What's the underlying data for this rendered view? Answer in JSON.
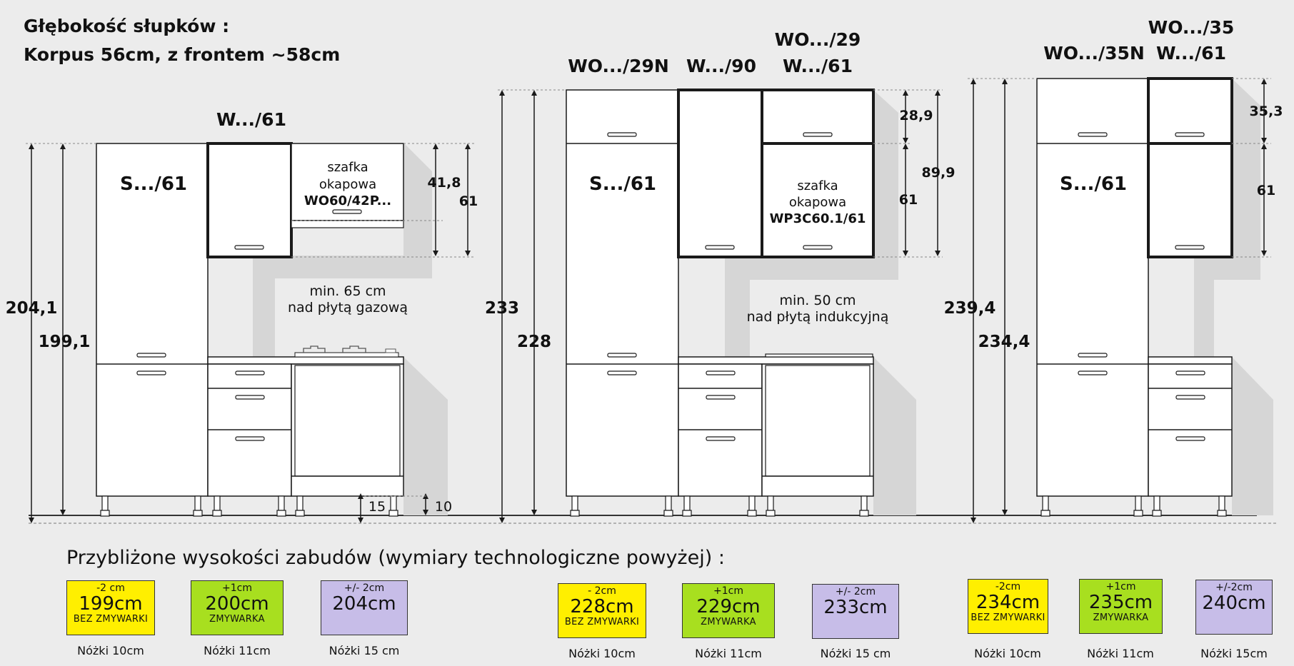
{
  "header": {
    "line1": "Głębokość słupków :",
    "line2": "Korpus 56cm, z frontem ~58cm"
  },
  "colors": {
    "yellow": "#ffef00",
    "green": "#a8df1f",
    "lavender": "#c7bde8",
    "line": "#1a1a1a",
    "shadow": "#d6d6d6",
    "cabinet": "#ffffff"
  },
  "diagram": {
    "g1": {
      "tall_label": "S.../61",
      "upper_label": "W.../61",
      "hood_label_1": "szafka",
      "hood_label_2": "okapowa",
      "hood_label_3": "WO60/42P...",
      "dim_41_8": "41,8",
      "dim_61": "61",
      "dim_204_1": "204,1",
      "dim_199_1": "199,1",
      "dim_15": "15",
      "dim_10": "10",
      "note_1": "min. 65 cm",
      "note_2": "nad płytą gazową"
    },
    "g2": {
      "tall_label": "S.../61",
      "label_wo29n": "WO.../29N",
      "label_w90": "W.../90",
      "label_wo29": "WO.../29",
      "label_w61": "W.../61",
      "hood_label_1": "szafka",
      "hood_label_2": "okapowa",
      "hood_label_3": "WP3C60.1/61",
      "dim_28_9": "28,9",
      "dim_89_9": "89,9",
      "dim_61": "61",
      "dim_233": "233",
      "dim_228": "228",
      "note_1": "min. 50 cm",
      "note_2": "nad płytą indukcyjną"
    },
    "g3": {
      "tall_label": "S.../61",
      "label_wo35n": "WO.../35N",
      "label_wo35": "WO.../35",
      "label_w61": "W.../61",
      "dim_35_3": "35,3",
      "dim_61": "61",
      "dim_239_4": "239,4",
      "dim_234_4": "234,4"
    }
  },
  "approx": {
    "title": "Przybliżone wysokości zabudów (wymiary technologiczne powyżej) :",
    "groups": [
      {
        "items": [
          {
            "top": "-2 cm",
            "value": "199cm",
            "sub": "BEZ ZMYWARKI",
            "legs": "Nóżki 10cm"
          },
          {
            "top": "+1cm",
            "value": "200cm",
            "sub": "ZMYWARKA",
            "legs": "Nóżki 11cm"
          },
          {
            "top": "+/- 2cm",
            "value": "204cm",
            "sub": "",
            "legs": "Nóżki 15 cm"
          }
        ]
      },
      {
        "items": [
          {
            "top": "- 2cm",
            "value": "228cm",
            "sub": "BEZ ZMYWARKI",
            "legs": "Nóżki 10cm"
          },
          {
            "top": "+1cm",
            "value": "229cm",
            "sub": "ZMYWARKA",
            "legs": "Nóżki 11cm"
          },
          {
            "top": "+/- 2cm",
            "value": "233cm",
            "sub": "",
            "legs": "Nóżki 15 cm"
          }
        ]
      },
      {
        "items": [
          {
            "top": "-2cm",
            "value": "234cm",
            "sub": "BEZ ZMYWARKI",
            "legs": "Nóżki 10cm"
          },
          {
            "top": "+1cm",
            "value": "235cm",
            "sub": "ZMYWARKA",
            "legs": "Nóżki 11cm"
          },
          {
            "top": "+/-2cm",
            "value": "240cm",
            "sub": "",
            "legs": "Nóżki 15cm"
          }
        ]
      }
    ]
  }
}
